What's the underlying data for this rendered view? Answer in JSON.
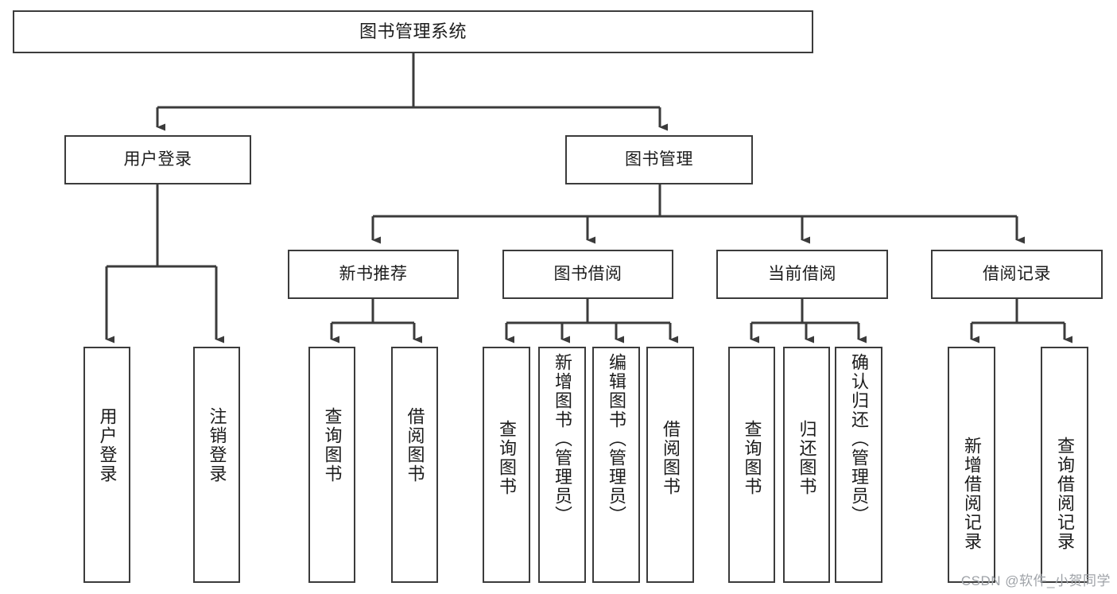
{
  "diagram": {
    "title": "图书管理系统",
    "type": "tree-hierarchy-chart",
    "root": {
      "label": "图书管理系统"
    },
    "level2": [
      {
        "label": "用户登录"
      },
      {
        "label": "图书管理"
      }
    ],
    "level3": [
      {
        "label": "新书推荐"
      },
      {
        "label": "图书借阅"
      },
      {
        "label": "当前借阅"
      },
      {
        "label": "借阅记录"
      }
    ],
    "leaves": {
      "user_login": [
        {
          "label": "用户登录"
        },
        {
          "label": "注销登录"
        }
      ],
      "new_book_recommend": [
        {
          "label": "查询图书"
        },
        {
          "label": "借阅图书"
        }
      ],
      "book_borrow": [
        {
          "label": "查询图书"
        },
        {
          "label": "新增图书（管理员）"
        },
        {
          "label": "编辑图书（管理员）"
        },
        {
          "label": "借阅图书"
        }
      ],
      "current_borrow": [
        {
          "label": "查询图书"
        },
        {
          "label": "归还图书"
        },
        {
          "label": "确认归还（管理员）"
        }
      ],
      "borrow_record": [
        {
          "label": "新增借阅记录"
        },
        {
          "label": "查询借阅记录"
        }
      ]
    }
  },
  "watermark": {
    "text": "CSDN @软件_小贺同学"
  },
  "colors": {
    "stroke": "#3b3b3b",
    "fill": "#ffffff",
    "text": "#1c1c1c",
    "watermark": "#9fa3a8"
  }
}
